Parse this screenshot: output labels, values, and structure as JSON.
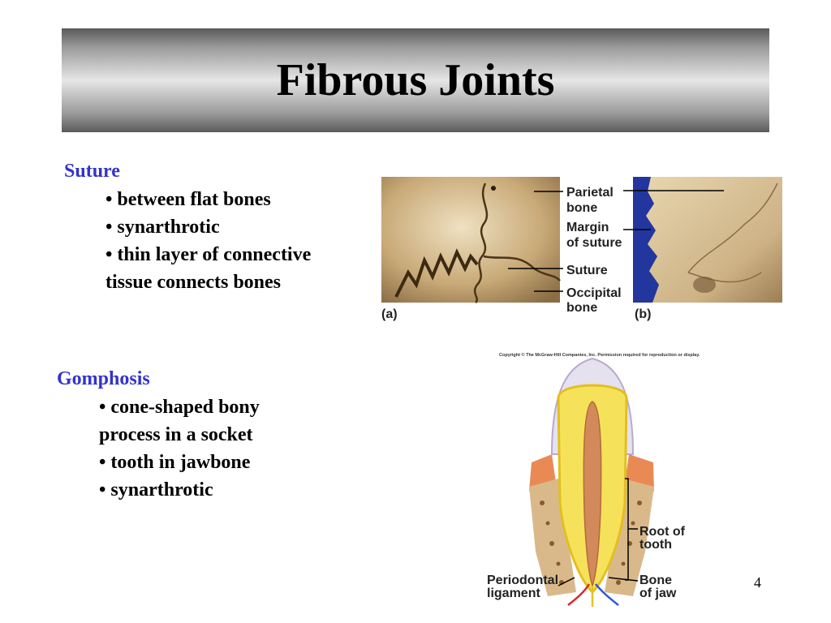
{
  "title": "Fibrous Joints",
  "suture": {
    "heading": "Suture",
    "bullets": [
      "• between flat bones",
      "• synarthrotic",
      "• thin layer of connective",
      "tissue connects bones"
    ]
  },
  "gomphosis": {
    "heading": "Gomphosis",
    "bullets": [
      "• cone-shaped bony",
      "process in a socket",
      "• tooth in jawbone",
      "• synarthrotic"
    ]
  },
  "suture_figure": {
    "labels": {
      "parietal_1": "Parietal",
      "parietal_2": "bone",
      "margin_1": "Margin",
      "margin_2": "of suture",
      "suture": "Suture",
      "occipital_1": "Occipital",
      "occipital_2": "bone",
      "panel_a": "(a)",
      "panel_b": "(b)"
    }
  },
  "tooth_figure": {
    "copyright": "Copyright © The McGraw-Hill Companies, Inc. Permission required for reproduction or display.",
    "labels": {
      "root_1": "Root of",
      "root_2": "tooth",
      "periodontal_1": "Periodontal",
      "periodontal_2": "ligament",
      "bone_1": "Bone",
      "bone_2": "of jaw"
    }
  },
  "page_number": "4"
}
